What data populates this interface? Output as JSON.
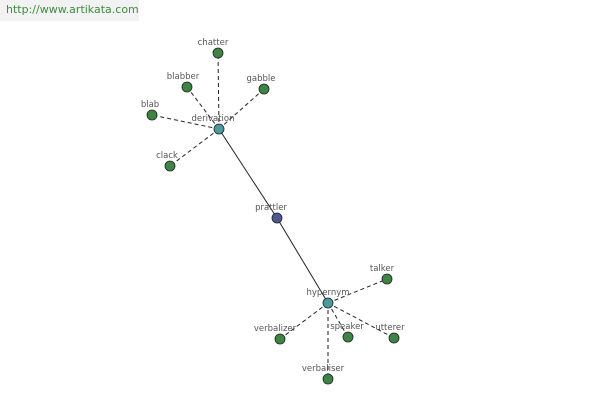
{
  "site": {
    "url": "http://www.artikata.com"
  },
  "graph": {
    "center": "prattler",
    "groups": [
      {
        "relation": "derivation",
        "words": [
          "chatter",
          "blabber",
          "gabble",
          "blab",
          "clack"
        ]
      },
      {
        "relation": "hypernym",
        "words": [
          "talker",
          "verbalizer",
          "speaker",
          "utterer",
          "verbaliser"
        ]
      }
    ],
    "colors": {
      "center": "#4a5896",
      "hub": "#4a9aa2",
      "leaf": "#3c8543",
      "edge": "#222222"
    }
  }
}
